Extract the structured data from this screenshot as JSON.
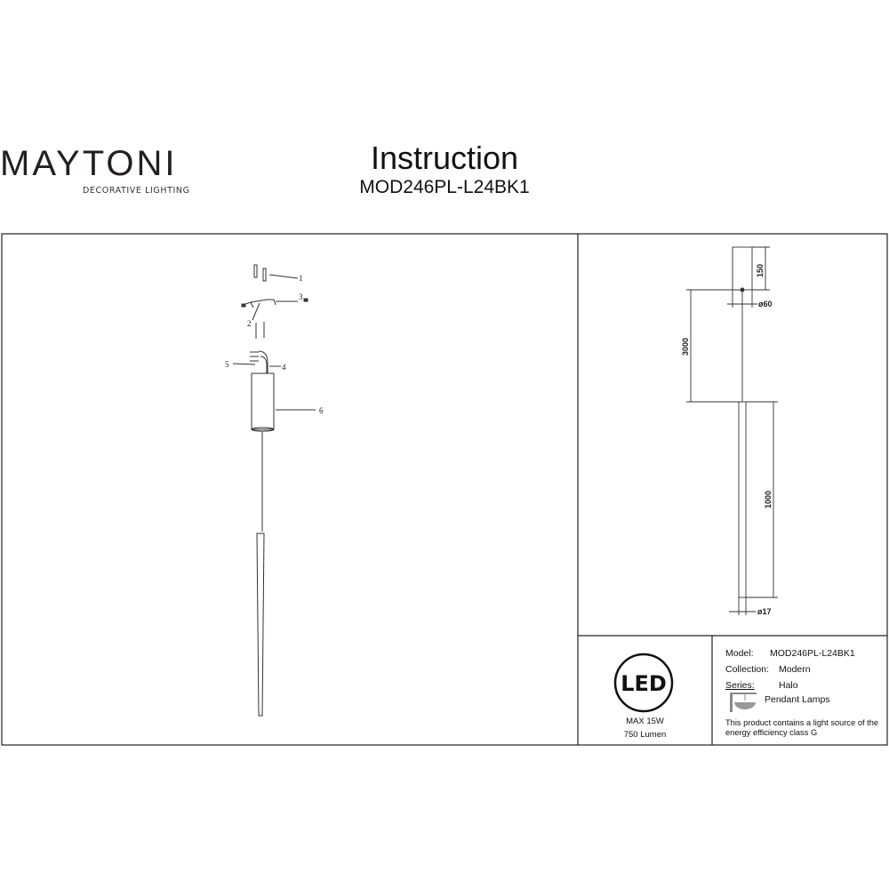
{
  "brand": {
    "name": "MAYTONI",
    "tagline": "DECORATIVE LIGHTING",
    "accent": "#4a1a4a"
  },
  "header": {
    "title": "Instruction",
    "model": "MOD246PL-L24BK1"
  },
  "parts": [
    "1",
    "2",
    "3",
    "4",
    "5",
    "6"
  ],
  "dimensions": {
    "canopy_height": "150",
    "canopy_diameter": "ø60",
    "cable_length": "3000",
    "tube_length": "1000",
    "tube_diameter": "ø17"
  },
  "led": {
    "badge": "LED",
    "power": "MAX 15W",
    "lumen": "750 Lumen"
  },
  "specs": [
    {
      "label": "Model:",
      "value": "MOD246PL-L24BK1"
    },
    {
      "label": "Collection:",
      "value": "Modern"
    },
    {
      "label": "Series:",
      "value": "Halo"
    }
  ],
  "type": "Pendant Lamps",
  "energy_note": "This product contains a light source of the energy efficiency class G"
}
